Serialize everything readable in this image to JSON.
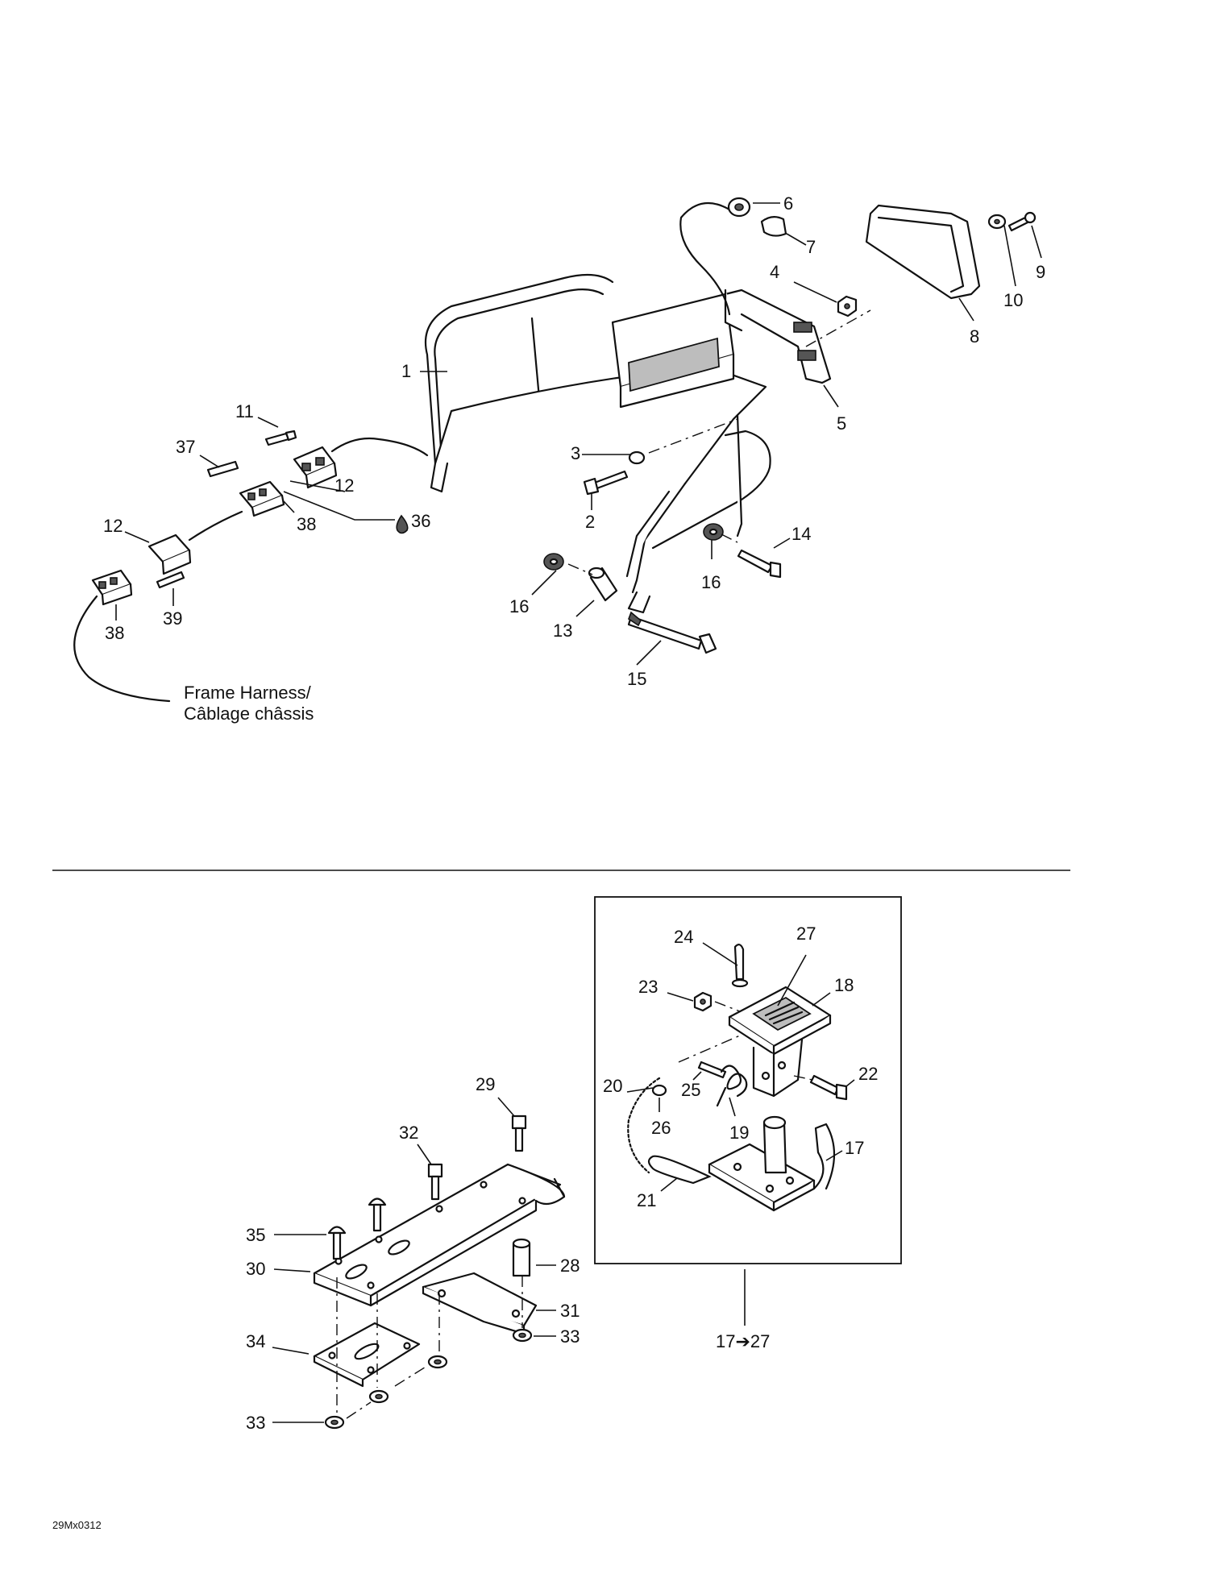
{
  "callouts": {
    "c1": "1",
    "c2": "2",
    "c3": "3",
    "c4": "4",
    "c5": "5",
    "c6": "6",
    "c7": "7",
    "c8": "8",
    "c9": "9",
    "c10": "10",
    "c11": "11",
    "c12a": "12",
    "c12b": "12",
    "c13": "13",
    "c14": "14",
    "c15": "15",
    "c16a": "16",
    "c16b": "16",
    "c17": "17",
    "c18": "18",
    "c19": "19",
    "c20": "20",
    "c21": "21",
    "c22": "22",
    "c23": "23",
    "c24": "24",
    "c25": "25",
    "c26": "26",
    "c27": "27",
    "c28": "28",
    "c29": "29",
    "c30": "30",
    "c31": "31",
    "c32": "32",
    "c33a": "33",
    "c33b": "33",
    "c34": "34",
    "c35": "35",
    "c36": "36",
    "c37": "37",
    "c38a": "38",
    "c38b": "38",
    "c39": "39"
  },
  "notes": {
    "harness_line1": "Frame Harness/",
    "harness_line2": "Câblage châssis",
    "kit_range": "17➔27",
    "drawing_code": "29Mx0312"
  }
}
